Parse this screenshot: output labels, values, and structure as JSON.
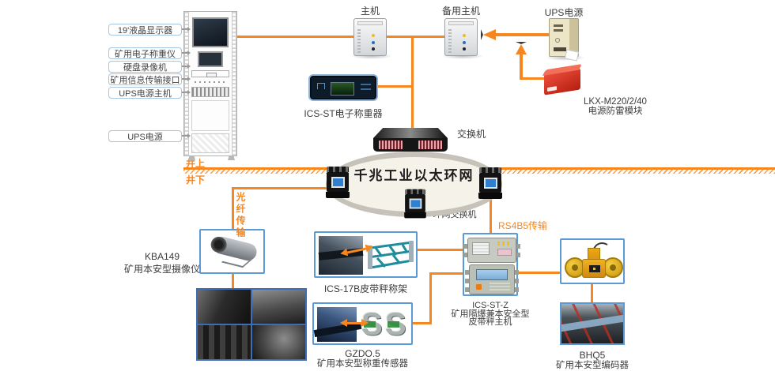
{
  "colors": {
    "accent": "#F6861F",
    "panel_border": "#5B9BD5",
    "label_border": "#A6C6E3",
    "ring_fill": "#F5F2EA",
    "ring_border": "#C6C2BA",
    "screen_blue": "#2F80D0",
    "alarm_red": "#D6281A"
  },
  "mine": {
    "surface": "井上",
    "underground": "井下"
  },
  "rack_labels": [
    "19'液晶显示器",
    "矿用电子称重仪",
    "硬盘录像机",
    "矿用信息传输接口",
    "UPS电源主机",
    "UPS电源"
  ],
  "hosts": {
    "main": "主机",
    "backup": "备用主机",
    "ups": "UPS电源",
    "lightning_model": "LKX-M220/2/40",
    "lightning_name": "电源防雷模块"
  },
  "weigher": {
    "label": "ICS-ST电子称重器"
  },
  "network": {
    "core_switch": "交换机",
    "ring_title": "千兆工业以太环网",
    "ring_switch": "环网交换机",
    "fiber": "光纤传输",
    "serial": "RS4B5传输"
  },
  "camera": {
    "model": "KBA149",
    "name": "矿用本安型摄像仪"
  },
  "belt_frame": {
    "label": "ICS-17B皮带秤称架"
  },
  "load_cell": {
    "model": "GZDO.5",
    "name": "矿用本安型称重传感器",
    "glyph": "S"
  },
  "belt_host": {
    "model": "ICS-ST-Z",
    "type": "矿用隔爆兼本安全型",
    "name": "皮带秤主机"
  },
  "encoder": {
    "model": "BHQ5",
    "name": "矿用本安型编码器"
  }
}
